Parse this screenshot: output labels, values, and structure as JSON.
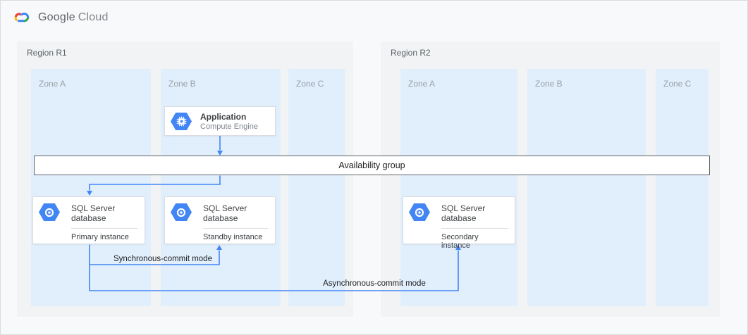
{
  "brand": {
    "google": "Google",
    "cloud": "Cloud"
  },
  "regions": [
    {
      "label": "Region R1",
      "zones": [
        "Zone A",
        "Zone B",
        "Zone C"
      ]
    },
    {
      "label": "Region R2",
      "zones": [
        "Zone A",
        "Zone B",
        "Zone C"
      ]
    }
  ],
  "nodes": {
    "application": {
      "title": "Application",
      "subtitle": "Compute Engine",
      "icon": "compute-engine-hexagon"
    },
    "availability_group": {
      "label": "Availability group"
    },
    "databases": [
      {
        "title": "SQL Server database",
        "instance": "Primary instance",
        "icon": "cloud-sql-hexagon"
      },
      {
        "title": "SQL Server database",
        "instance": "Standby instance",
        "icon": "cloud-sql-hexagon"
      },
      {
        "title": "SQL Server database",
        "instance": "Secondary instance",
        "icon": "cloud-sql-hexagon"
      }
    ]
  },
  "connections": {
    "sync_label": "Synchronous-commit mode",
    "async_label": "Asynchronous-commit mode"
  },
  "colors": {
    "edge_blue": "#4285f4",
    "hexagon_blue": "#4285f4",
    "zone_bg": "#e1effd",
    "region_bg": "#f1f3f4",
    "logo_red": "#ea4335",
    "logo_yellow": "#fbbc05",
    "logo_green": "#34a853",
    "logo_blue": "#4285f4"
  }
}
